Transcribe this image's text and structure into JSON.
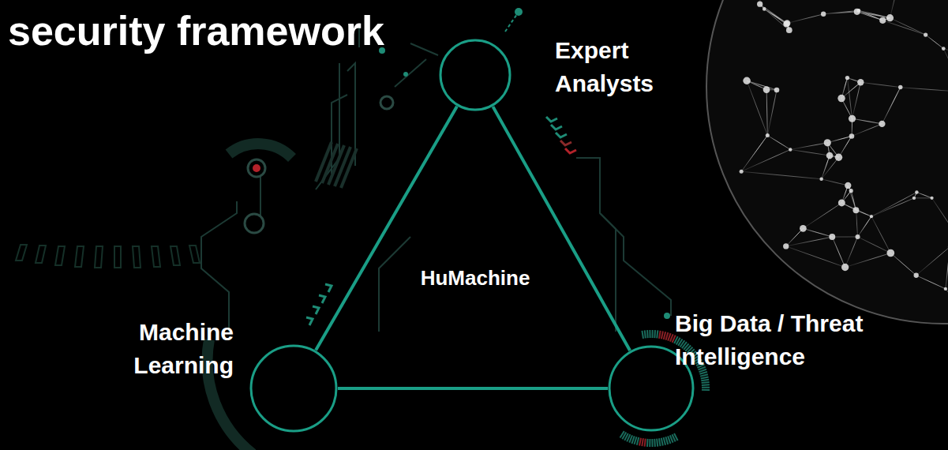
{
  "diagram": {
    "title": "security framework",
    "nodes": [
      {
        "text": [
          "Expert Analysts"
        ]
      },
      {
        "text": [
          "Machine Learning"
        ]
      },
      {
        "text": [
          "Big Data / Threat Intelligence"
        ]
      }
    ],
    "edges": [
      {
        "from": 0,
        "to": 1,
        "arrow": "none"
      },
      {
        "from": 0,
        "to": 2,
        "arrow": "none"
      },
      {
        "from": 1,
        "to": 2,
        "arrow": "none"
      }
    ],
    "labels": [
      "HuMachine"
    ]
  }
}
